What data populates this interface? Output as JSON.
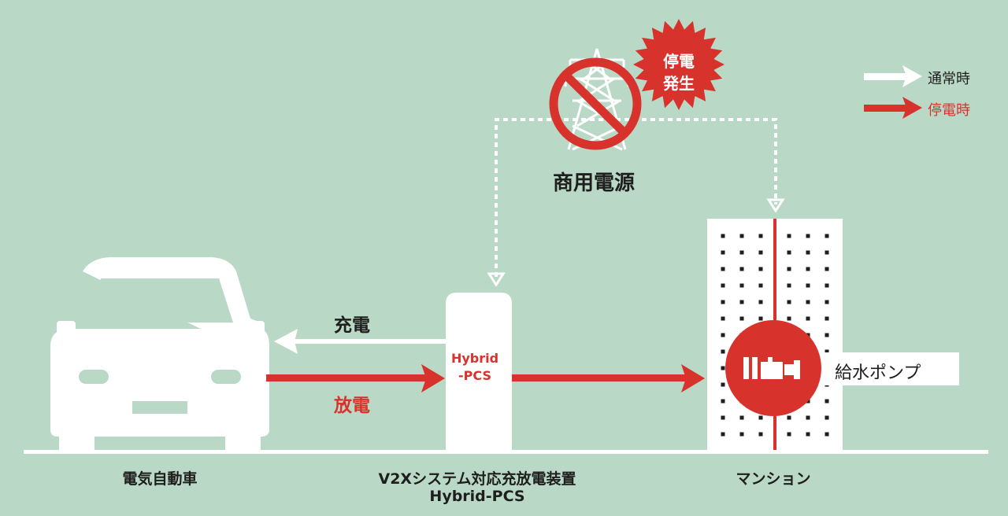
{
  "legend": {
    "normal": "通常時",
    "outage": "停電時"
  },
  "outage_burst": {
    "line1": "停電",
    "line2": "発生"
  },
  "grid_label": "商用電源",
  "flows": {
    "charge": "充電",
    "discharge": "放電"
  },
  "pcs_box": {
    "line1": "Hybrid",
    "line2": "-PCS"
  },
  "pump_label": "給水ポンプ",
  "captions": {
    "ev": "電気自動車",
    "v2x_line1": "V2Xシステム対応充放電装置",
    "v2x_line2": "Hybrid-PCS",
    "mansion": "マンション"
  },
  "colors": {
    "background": "#b9d8c5",
    "accent_red": "#d8322c",
    "white": "#ffffff",
    "text": "#1e1e1e"
  }
}
